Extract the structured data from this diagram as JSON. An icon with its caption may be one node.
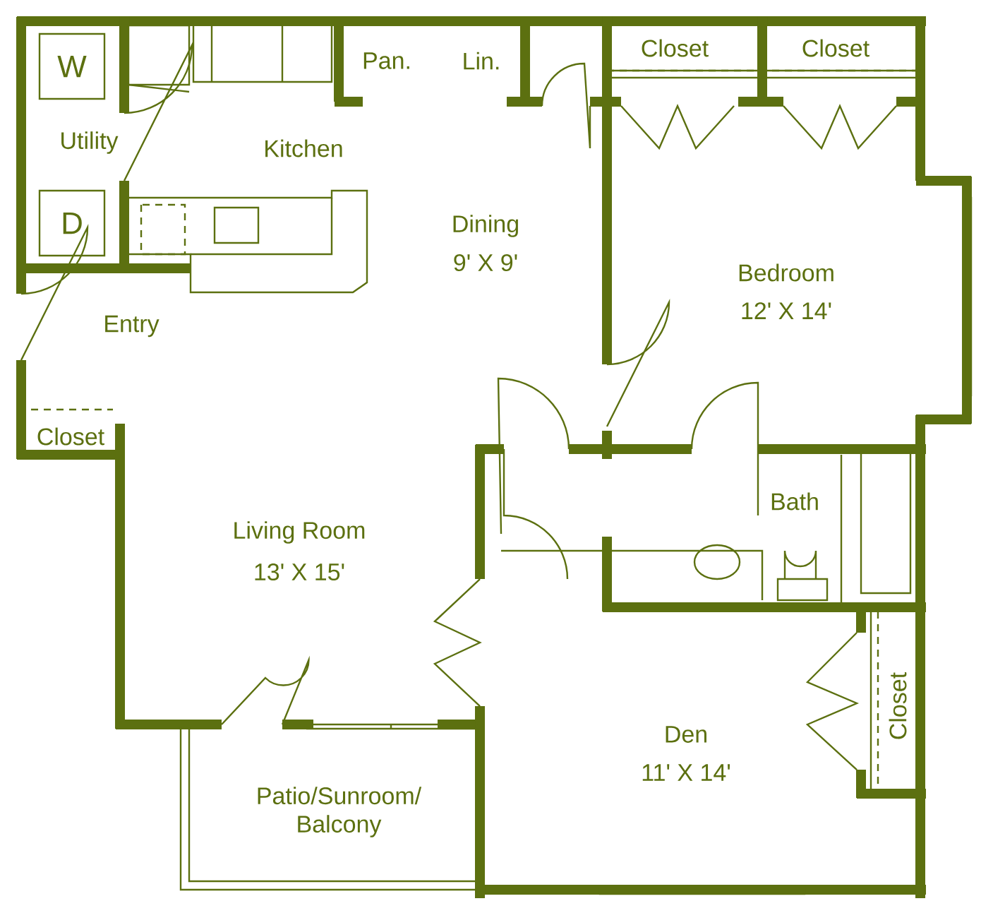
{
  "diagram": {
    "nodes": [
      {
        "text": [
          "W"
        ]
      },
      {
        "text": [
          "D"
        ]
      }
    ],
    "labels": [
      "Utility",
      "Kitchen",
      "Pan.",
      "Lin.",
      "Closet",
      "Closet",
      "Dining",
      "9' X 9'",
      "Bedroom",
      "12' X 14'",
      "Entry",
      "Closet",
      "Bath",
      "Living Room",
      "13' X 15'",
      "Den",
      "11' X 14'",
      "Closet",
      "Patio/Sunroom/ Balcony"
    ]
  }
}
